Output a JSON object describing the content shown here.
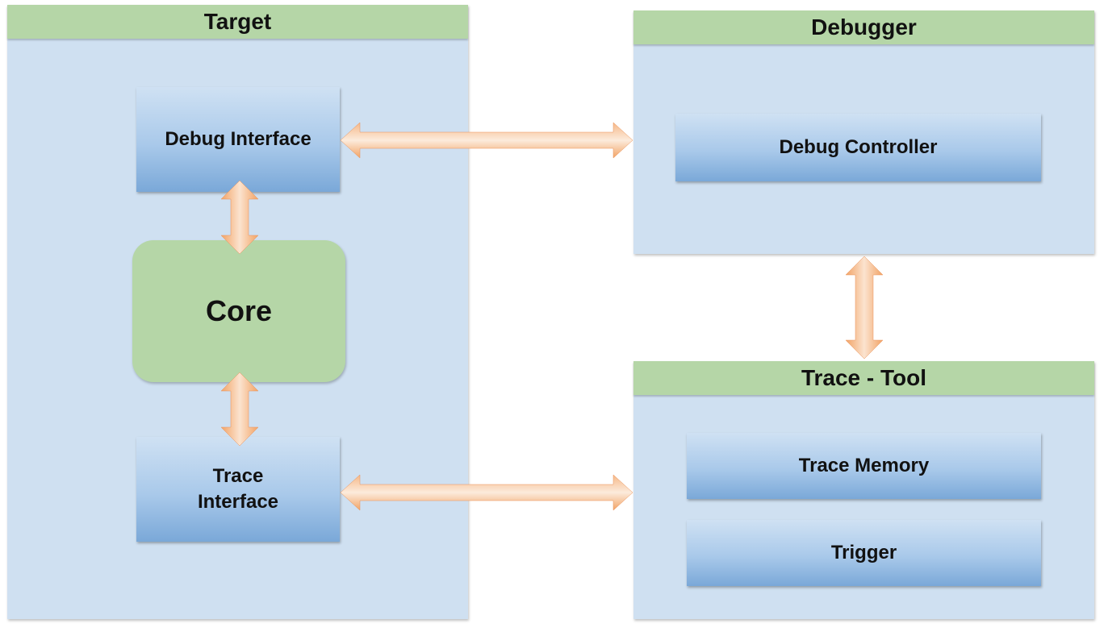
{
  "target": {
    "title": "Target",
    "debug_interface": "Debug Interface",
    "core": "Core",
    "trace_interface": "Trace\nInterface"
  },
  "debugger": {
    "title": "Debugger",
    "debug_controller": "Debug Controller"
  },
  "trace_tool": {
    "title": "Trace - Tool",
    "trace_memory": "Trace Memory",
    "trigger": "Trigger"
  },
  "colors": {
    "panel_bg": "#cfe0f1",
    "header_green": "#b5d6a7",
    "arrow_orange": "#f2a365",
    "box_blue": "#7aa8d8"
  }
}
